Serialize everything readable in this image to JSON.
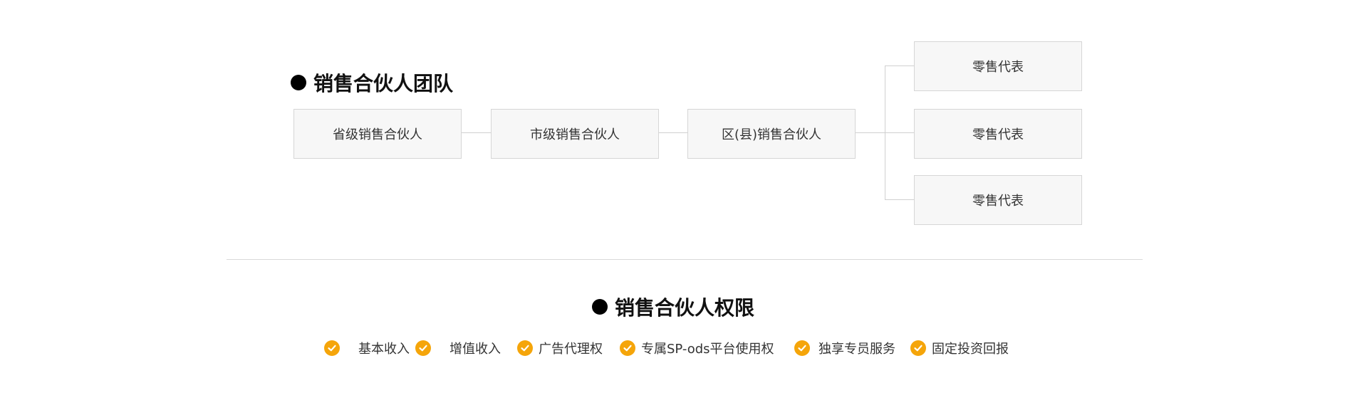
{
  "team": {
    "heading": "销售合伙人团队",
    "nodes": {
      "province": "省级销售合伙人",
      "city": "市级销售合伙人",
      "district": "区(县)销售合伙人"
    },
    "reps": [
      "零售代表",
      "零售代表",
      "零售代表"
    ]
  },
  "rights": {
    "heading": "销售合伙人权限",
    "items": [
      "基本收入",
      "增值收入",
      "广告代理权",
      "专属SP-ods平台使用权",
      "独享专员服务",
      "固定投资回报"
    ]
  },
  "colors": {
    "accent": "#f5a50a",
    "box_bg": "#f7f7f7",
    "box_border": "#d6d6d6",
    "line": "#d0d0d0",
    "heading": "#111111"
  },
  "icons": {
    "heading_bullet": "filled-circle",
    "right_check": "check-circle"
  }
}
